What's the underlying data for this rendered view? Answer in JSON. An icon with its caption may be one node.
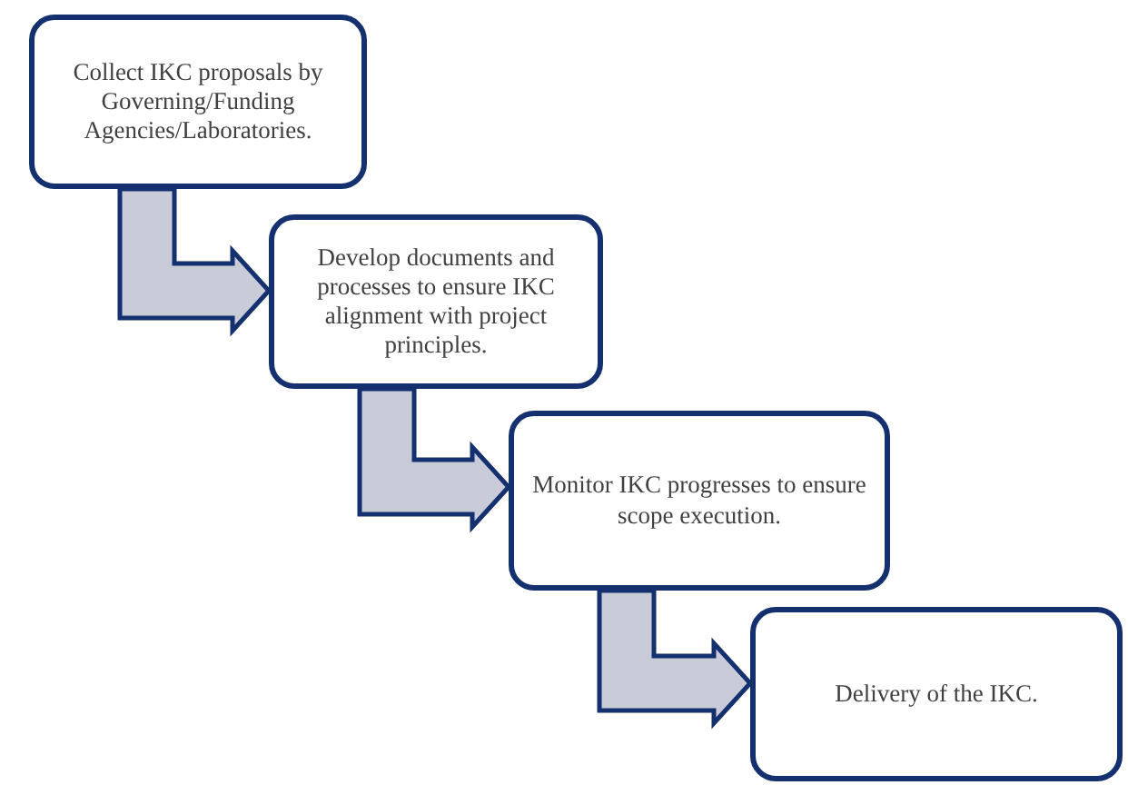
{
  "diagram": {
    "nodes": [
      {
        "text": [
          "Collect IKC proposals by Governing/Funding Agencies/Laboratories."
        ]
      },
      {
        "text": [
          "Develop documents and processes to ensure IKC alignment with project principles."
        ]
      },
      {
        "text": [
          "Monitor IKC progresses to ensure scope execution."
        ]
      },
      {
        "text": [
          "Delivery of the IKC."
        ]
      }
    ],
    "edges": [
      {
        "from": 0,
        "to": 1,
        "arrow": "to"
      },
      {
        "from": 1,
        "to": 2,
        "arrow": "to"
      },
      {
        "from": 2,
        "to": 3,
        "arrow": "to"
      }
    ]
  }
}
